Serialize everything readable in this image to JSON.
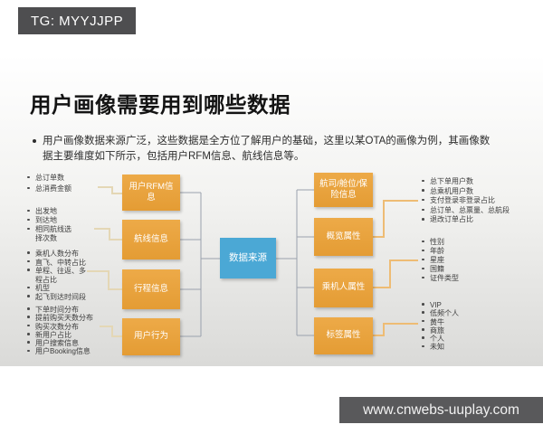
{
  "badge": {
    "label": "TG: MYYJJPP"
  },
  "watermark": {
    "label": "www.cnwebs-uuplay.com"
  },
  "slide": {
    "title": "用户画像需要用到哪些数据",
    "intro": "用户画像数据来源广泛，这些数据是全方位了解用户的基础，这里以某OTA的画像为例，其画像数据主要维度如下所示，包括用户RFM信息、航线信息等。"
  },
  "diagram": {
    "center_node": {
      "label": "数据来源"
    },
    "colors": {
      "node_orange": "#E8A23D",
      "node_blue": "#4BA8D5",
      "connector_gray": "#9AA1AD",
      "connector_tan_left": "#E4D7B5",
      "connector_tan_right": "#EEBC74",
      "badge_gray": "#4E4E50",
      "watermark_gray": "#59595B"
    },
    "left_nodes": [
      {
        "label": "用户RFM信息",
        "items": [
          "总订单数",
          "总消费金额"
        ]
      },
      {
        "label": "航线信息",
        "items": [
          "出发地",
          "到达地",
          "相同航线选择次数"
        ]
      },
      {
        "label": "行程信息",
        "items": [
          "乘机人数分布",
          "直飞、中转占比",
          "单程、往返、多程占比",
          "机型",
          "起飞到达时间段"
        ]
      },
      {
        "label": "用户行为",
        "items": [
          "下单时间分布",
          "提前购买天数分布",
          "购买次数分布",
          "新用户占比",
          "用户搜索信息",
          "用户Booking信息"
        ]
      }
    ],
    "right_nodes": [
      {
        "label": "航司/舱位/保险信息",
        "items": []
      },
      {
        "label": "概览属性",
        "items": [
          "总下单用户数",
          "总乘机用户数",
          "支付登录非登录占比",
          "总订单、总票量、总航段",
          "退改订单占比"
        ]
      },
      {
        "label": "乘机人属性",
        "items": [
          "性别",
          "年龄",
          "星座",
          "国籍",
          "证件类型"
        ]
      },
      {
        "label": "标签属性",
        "items": [
          "VIP",
          "低频个人",
          "黄牛",
          "商旅",
          "个人",
          "未知"
        ]
      }
    ]
  }
}
